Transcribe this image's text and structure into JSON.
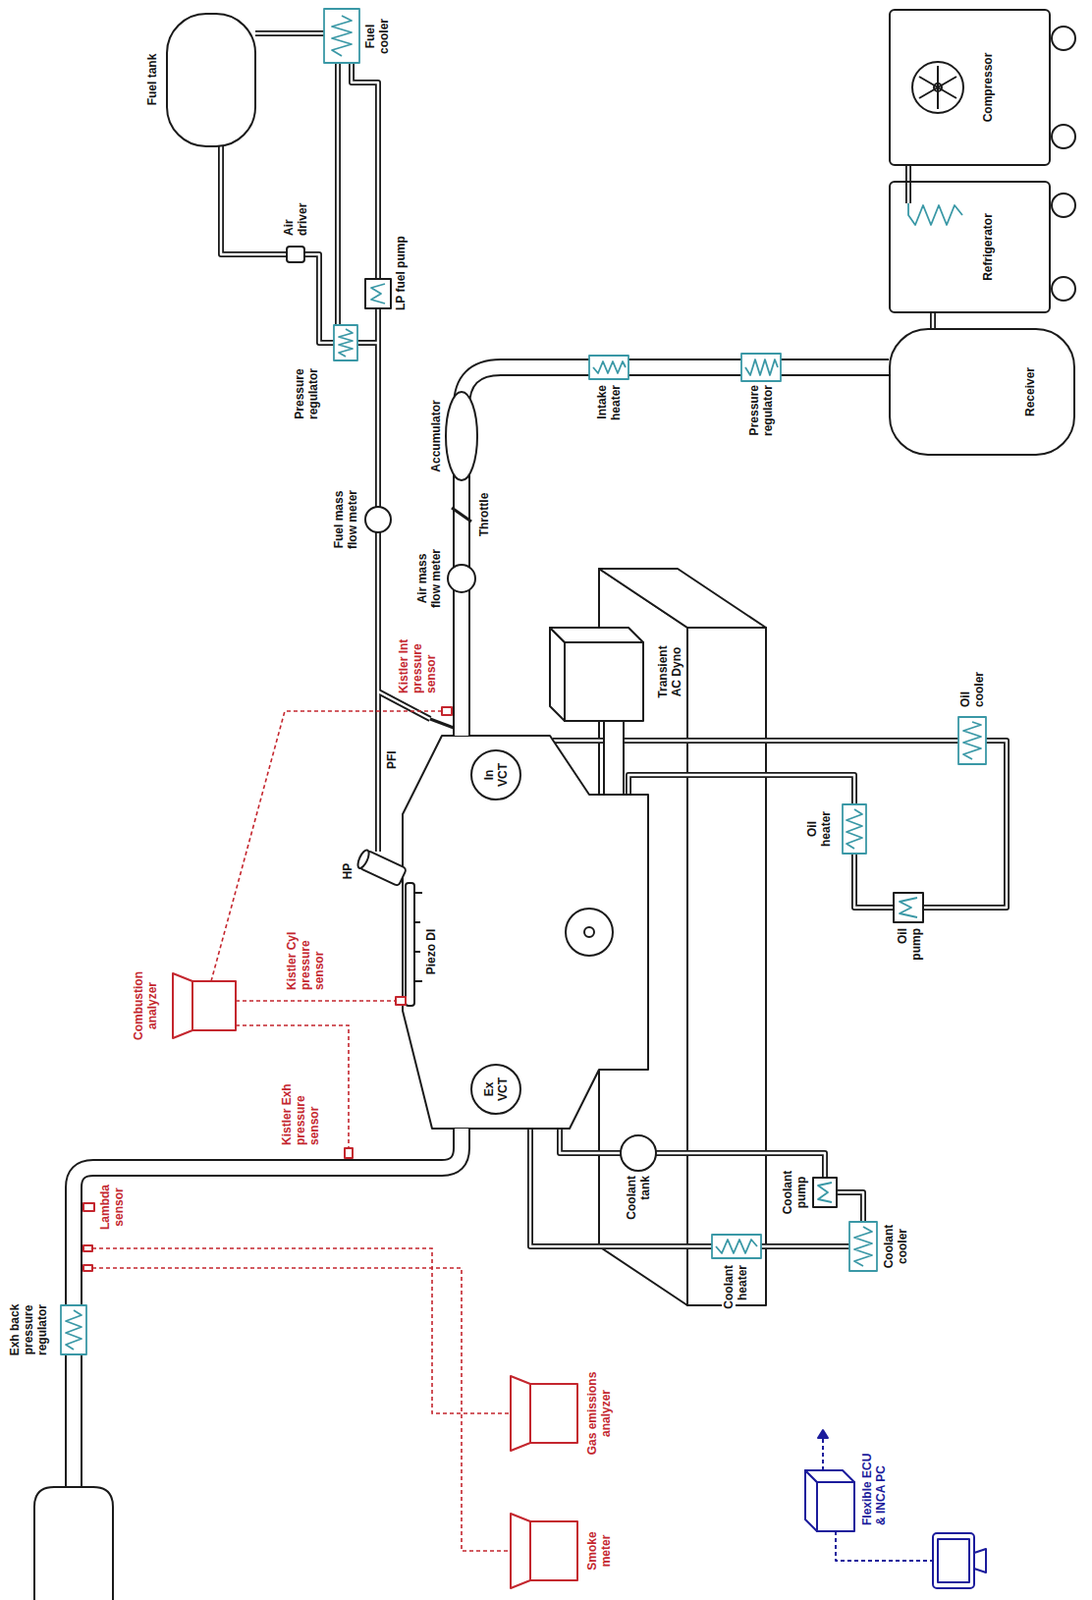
{
  "diagram": {
    "nodes": [
      {
        "text": [
          "Compressor"
        ]
      },
      {
        "text": [
          "Refrigerator"
        ]
      },
      {
        "text": [
          "Receiver"
        ]
      },
      {
        "text": [
          "In VCT"
        ]
      },
      {
        "text": [
          "Ex VCT"
        ]
      }
    ],
    "edges": [
      {
        "from": 0,
        "to": 1,
        "arrow": "none"
      },
      {
        "from": 1,
        "to": 2,
        "arrow": "none"
      }
    ],
    "labels": [
      "Fuel tank",
      "Fuel cooler",
      "Air driver",
      "LP fuel pump",
      "Pressure regulator",
      "Fuel mass flow meter",
      "Intake heater",
      "Pressure regulator",
      "Accumulator",
      "Throttle",
      "Air mass flow meter",
      "Kistler Int pressure sensor",
      "HP",
      "PFI",
      "Piezo DI",
      "Combustion analyzer",
      "Kistler Cyl pressure sensor",
      "Kistler Exh pressure sensor",
      "Transient AC Dyno",
      "Oil cooler",
      "Oil heater",
      "Oil pump",
      "Coolant tank",
      "Coolant pump",
      "Coolant cooler",
      "Coolant heater",
      "Lambda sensor",
      "Exh back pressure regulator",
      "Gas emissions analyzer",
      "Smoke meter",
      "Flexible ECU & INCA PC"
    ]
  }
}
